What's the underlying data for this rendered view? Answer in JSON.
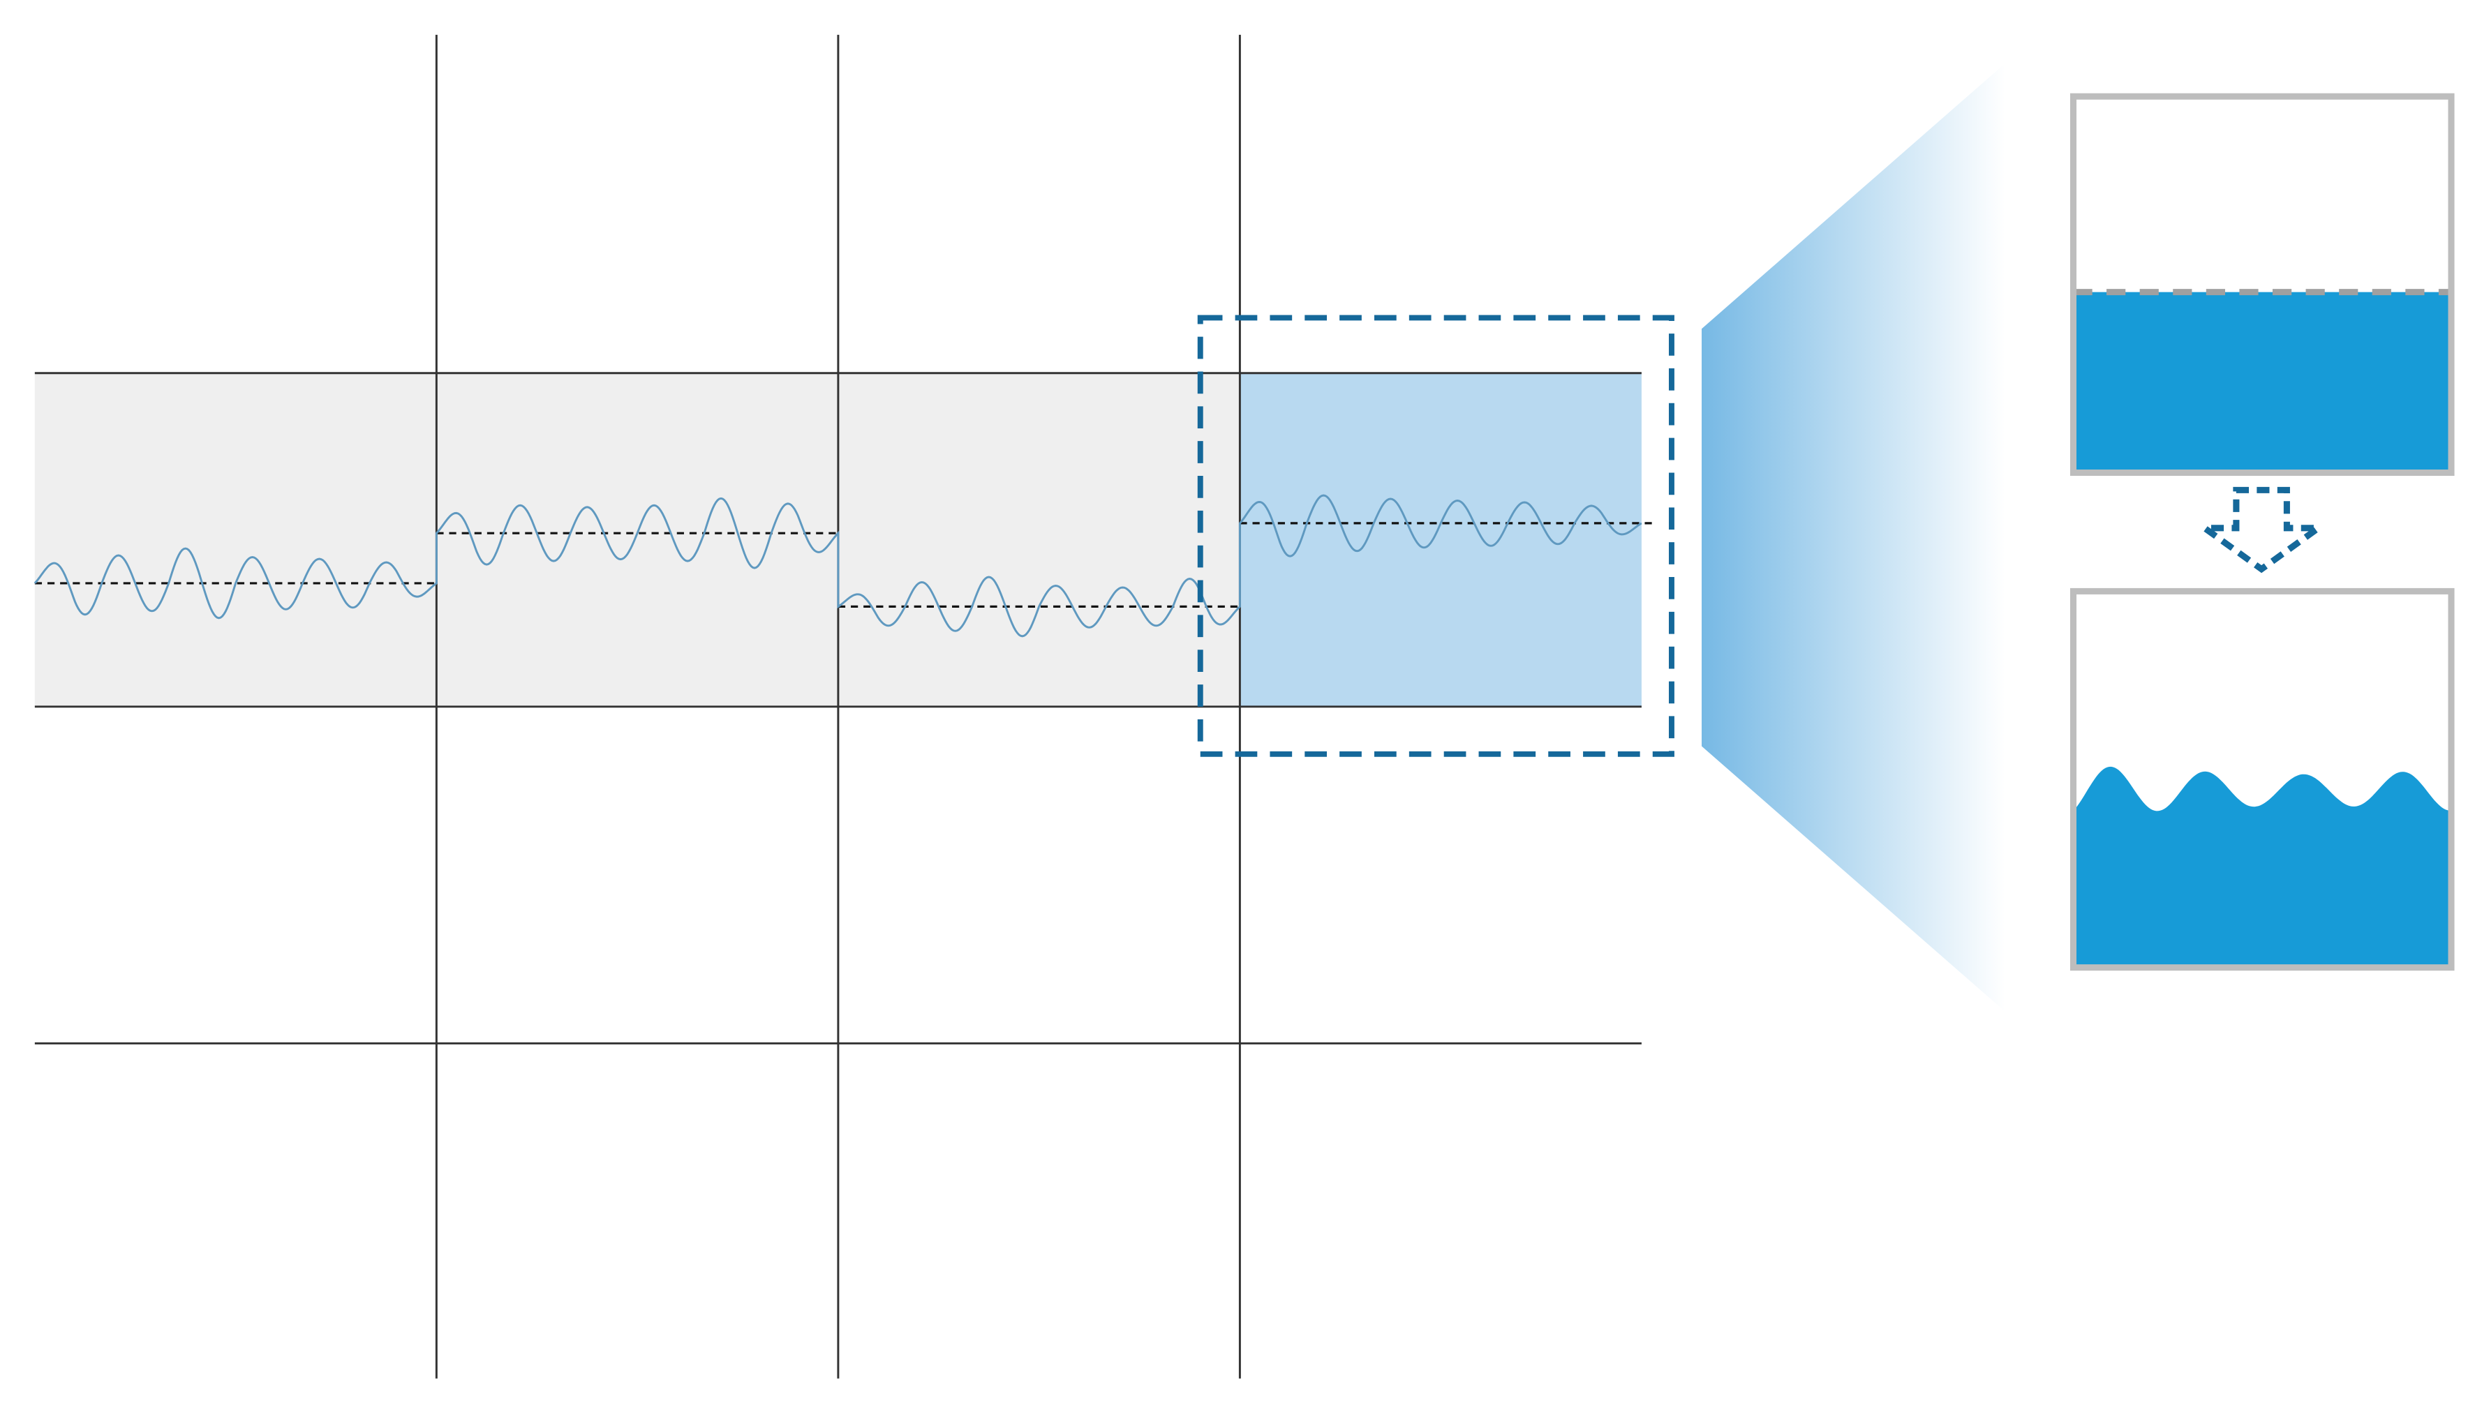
{
  "colors": {
    "background": "#ffffff",
    "grid_line": "#333333",
    "band_fill": "#efefef",
    "highlight_fill": "#b8d9f0",
    "wave": "#5f99c0",
    "mean_line": "#111111",
    "selection_box": "#15689a",
    "zoom_beam": "#2d93d6",
    "tank_border": "#bdbdbd",
    "water": "#179bd7",
    "still_surface": "#a0a0a0",
    "arrow": "#15689a"
  },
  "icons": {
    "transition_arrow": "dashed-down-arrow-icon"
  },
  "cells": [
    {
      "mean_level": 0.37,
      "amplitudes": [
        0.9,
        0.8,
        1.0,
        0.75,
        0.7,
        0.6
      ],
      "highlighted": false
    },
    {
      "mean_level": 0.52,
      "amplitudes": [
        0.9,
        0.8,
        0.75,
        0.8,
        1.0,
        0.85
      ],
      "highlighted": false
    },
    {
      "mean_level": 0.3,
      "amplitudes": [
        0.55,
        0.7,
        0.85,
        0.6,
        0.55,
        0.8
      ],
      "highlighted": false
    },
    {
      "mean_level": 0.55,
      "amplitudes": [
        0.95,
        0.8,
        0.7,
        0.65,
        0.6,
        0.5
      ],
      "highlighted": true
    }
  ],
  "tanks": [
    {
      "state": "flat",
      "fill_level": 0.48
    },
    {
      "state": "wavy",
      "fill_level": 0.48
    }
  ]
}
